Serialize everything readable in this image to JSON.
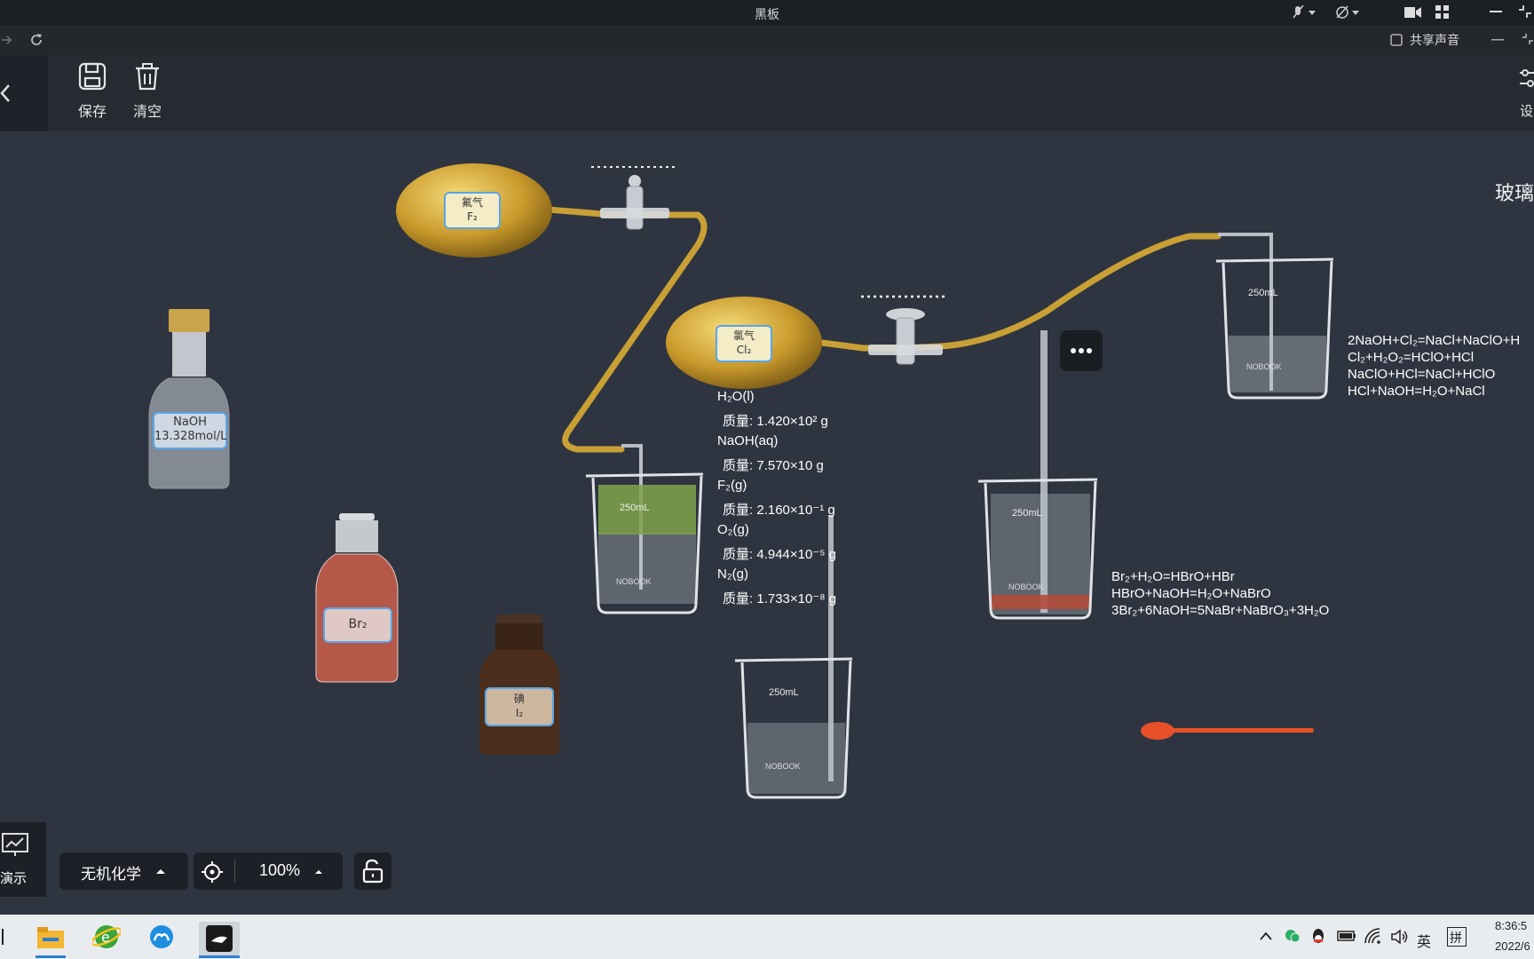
{
  "window": {
    "title": "黑板",
    "share_audio": "共享声音"
  },
  "toolbar": {
    "save": "保存",
    "clear": "清空",
    "settings_partial": "设"
  },
  "canvas": {
    "glass_partial": "玻璃",
    "bulb_f2": {
      "line1": "氟气",
      "line2": "F₂"
    },
    "bulb_cl2": {
      "line1": "氯气",
      "line2": "Cl₂"
    },
    "bottle_naoh": {
      "line1": "NaOH",
      "line2": "13.328mol/L"
    },
    "bottle_br2": {
      "line1": "Br₂"
    },
    "bottle_i2": {
      "line1": "碘",
      "line2": "I₂"
    },
    "beaker_volume": "250mL",
    "beaker_brand": "NOBOOK",
    "readout": [
      {
        "name": "H₂O(l)",
        "label": "质量",
        "value": "1.420×10² g"
      },
      {
        "name": "NaOH(aq)",
        "label": "质量",
        "value": "7.570×10 g"
      },
      {
        "name": "F₂(g)",
        "label": "质量",
        "value": "2.160×10⁻¹ g"
      },
      {
        "name": "O₂(g)",
        "label": "质量",
        "value": "4.944×10⁻⁵ g"
      },
      {
        "name": "N₂(g)",
        "label": "质量",
        "value": "1.733×10⁻⁸ g"
      }
    ],
    "equations_cl": [
      "2NaOH+Cl₂=NaCl+NaClO+H",
      "Cl₂+H₂O₂=HClO+HCl",
      "NaClO+HCl=NaCl+HClO",
      "HCl+NaOH=H₂O+NaCl"
    ],
    "equations_br": [
      "Br₂+H₂O=HBrO+HBr",
      "HBrO+NaOH=H₂O+NaBrO",
      "3Br₂+6NaOH=5NaBr+NaBrO₃+3H₂O"
    ]
  },
  "bottom": {
    "demo": "演示",
    "category": "无机化学",
    "zoom": "100%"
  },
  "taskbar": {
    "ime_lang": "英",
    "ime_mode": "拼",
    "time": "8:36:5",
    "date": "2022/6"
  },
  "colors": {
    "canvas": "#2f3540",
    "gold": "#d4a93a",
    "label_border": "#5aa6e6",
    "spoon": "#e8502a"
  }
}
